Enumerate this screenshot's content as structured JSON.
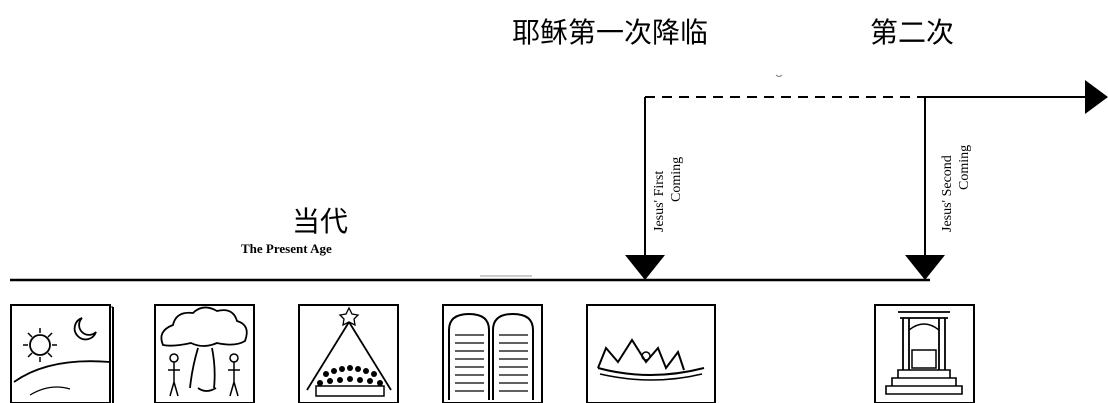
{
  "labels": {
    "first_coming_cn": "耶稣第一次降临",
    "second_coming_cn": "第二次",
    "present_age_cn": "当代",
    "present_age_en": "The Present Age",
    "first_coming_en_line1": "Jesus' First",
    "first_coming_en_line2": "Coming",
    "second_coming_en_line1": "Jesus' Second",
    "second_coming_en_line2": "Coming"
  },
  "icons": [
    "creation-icon",
    "tree-of-knowledge-icon",
    "tower-people-icon",
    "ten-commandments-icon",
    "crown-icon",
    "throne-icon"
  ],
  "colors": {
    "ink": "#000000",
    "paper": "#ffffff"
  }
}
